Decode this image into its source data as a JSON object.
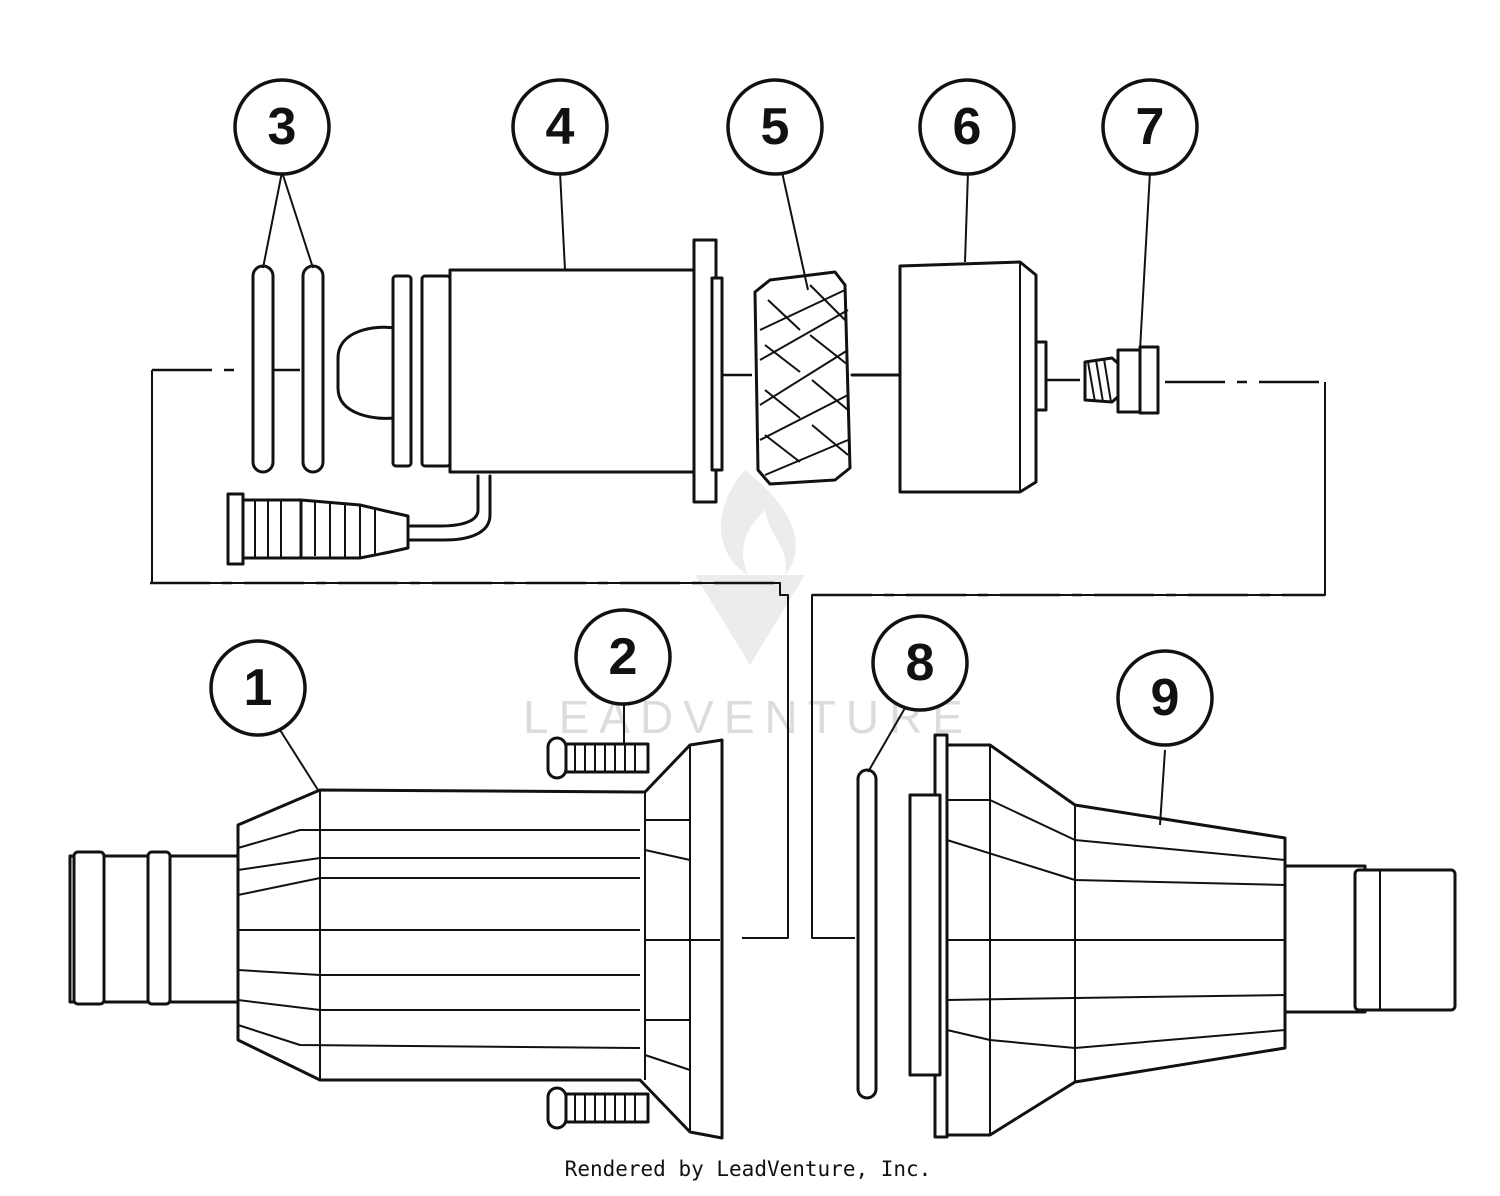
{
  "callouts": [
    {
      "id": "1",
      "label": "1"
    },
    {
      "id": "2",
      "label": "2"
    },
    {
      "id": "3",
      "label": "3"
    },
    {
      "id": "4",
      "label": "4"
    },
    {
      "id": "5",
      "label": "5"
    },
    {
      "id": "6",
      "label": "6"
    },
    {
      "id": "7",
      "label": "7"
    },
    {
      "id": "8",
      "label": "8"
    },
    {
      "id": "9",
      "label": "9"
    }
  ],
  "watermark": "LEADVENTURE",
  "footer": "Rendered by LeadVenture, Inc."
}
